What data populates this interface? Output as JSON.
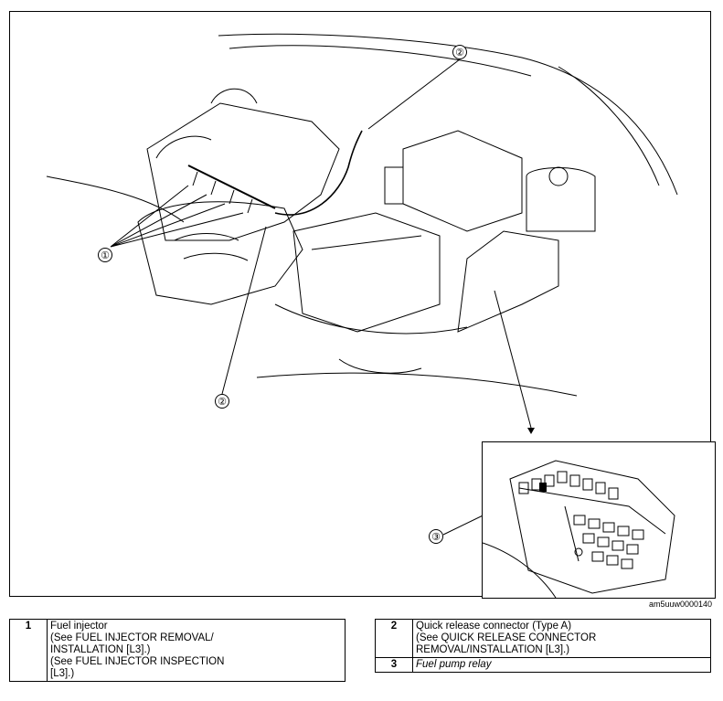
{
  "figure": {
    "callouts": [
      {
        "label": "①"
      },
      {
        "label": "②"
      },
      {
        "label": "②"
      },
      {
        "label": "③"
      }
    ],
    "image_code": "am5uuw0000140"
  },
  "legend": {
    "left": {
      "number": "1",
      "title": "Fuel injector",
      "lines": [
        "(See FUEL INJECTOR REMOVAL/",
        "INSTALLATION [L3].)",
        "(See FUEL INJECTOR INSPECTION",
        "[L3].)"
      ]
    },
    "right": [
      {
        "number": "2",
        "title": "Quick release connector (Type A)",
        "lines": [
          "(See QUICK RELEASE CONNECTOR",
          "REMOVAL/INSTALLATION [L3].)"
        ]
      },
      {
        "number": "3",
        "title": "Fuel pump relay",
        "lines": []
      }
    ]
  }
}
